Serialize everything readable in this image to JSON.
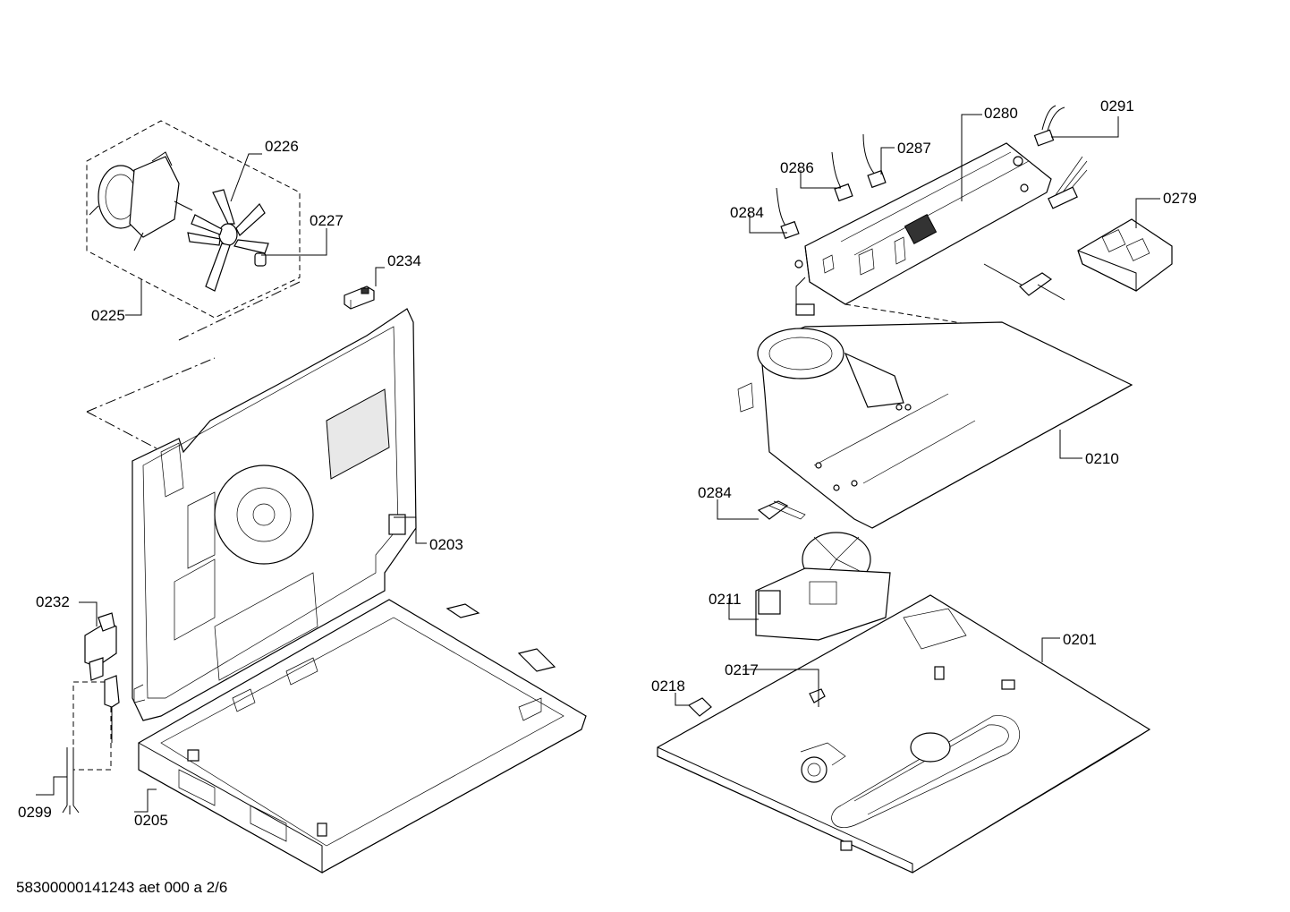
{
  "callouts": {
    "c0226": "0226",
    "c0227": "0227",
    "c0225": "0225",
    "c0234": "0234",
    "c0203": "0203",
    "c0232": "0232",
    "c0299": "0299",
    "c0205": "0205",
    "c0280": "0280",
    "c0291": "0291",
    "c0287": "0287",
    "c0286": "0286",
    "c0284a": "0284",
    "c0279": "0279",
    "c0210": "0210",
    "c0284b": "0284",
    "c0211": "0211",
    "c0201": "0201",
    "c0217": "0217",
    "c0218": "0218"
  },
  "footer": {
    "doc_id": "58300000141243 aet 000 a 2/6"
  }
}
